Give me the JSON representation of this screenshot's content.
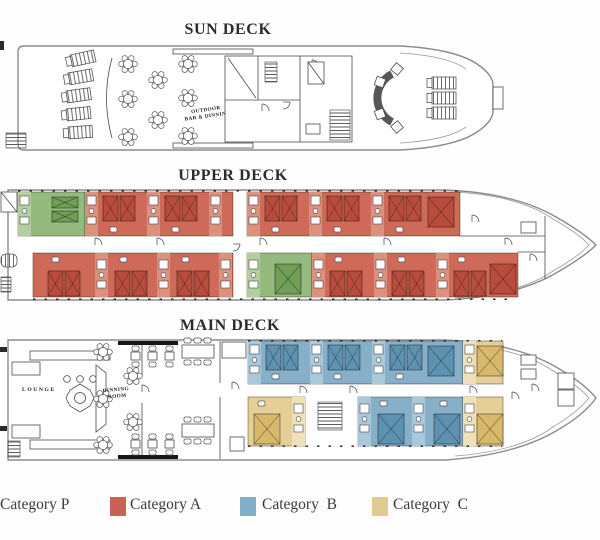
{
  "page": {
    "background": "#fefefe"
  },
  "decks": {
    "sun": {
      "title": "SUN DECK",
      "labels": {
        "outdoor_line1": "OUTDOOR",
        "outdoor_line2": "BAR & DINNING"
      }
    },
    "upper": {
      "title": "UPPER DECK"
    },
    "main": {
      "title": "MAIN DECK",
      "labels": {
        "lounge": "LOUNGE",
        "dining_line1": "DINNING",
        "dining_line2": "ROOM"
      }
    }
  },
  "legend": {
    "items": [
      {
        "id": "category-p",
        "label": "Category P",
        "color": "#8fb878",
        "swatch_visible": false
      },
      {
        "id": "category-a",
        "label": "Category A",
        "color": "#c96155",
        "swatch_visible": true
      },
      {
        "id": "category-b",
        "label": "Category  B",
        "color": "#82aec7",
        "swatch_visible": true
      },
      {
        "id": "category-c",
        "label": "Category  C",
        "color": "#e2cb90",
        "swatch_visible": true
      }
    ]
  },
  "colors": {
    "cabin_p": {
      "base": "#94bb7d",
      "bed": "#6fa055",
      "bath": "#b3cfa0"
    },
    "cabin_a": {
      "base": "#d06a58",
      "bed": "#b94d3d",
      "bath": "#de907f"
    },
    "cabin_b": {
      "base": "#86b0ca",
      "bed": "#5d92b1",
      "bath": "#a9c9db"
    },
    "cabin_c": {
      "base": "#e5cf97",
      "bed": "#d8b96c",
      "bath": "#efe0b8"
    }
  }
}
